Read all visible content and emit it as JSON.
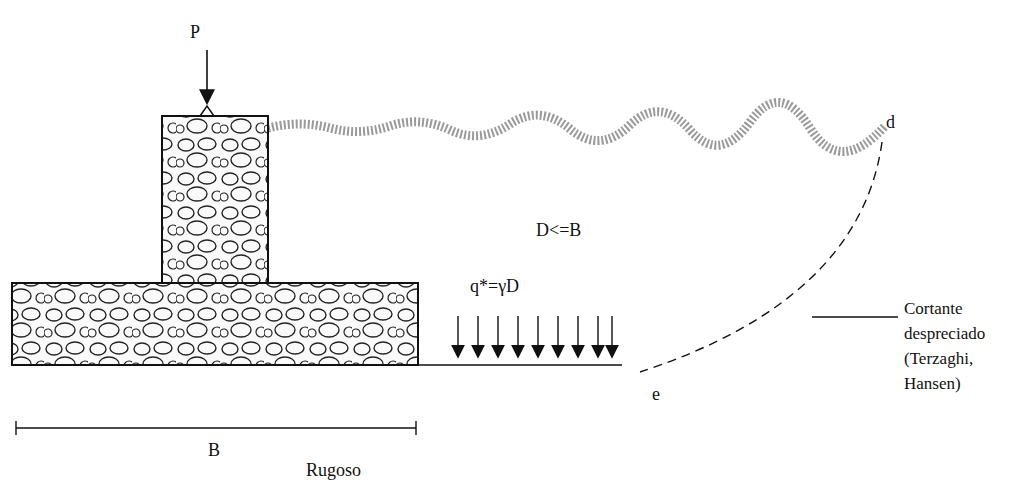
{
  "diagram": {
    "labels": [
      "P",
      "D<=B",
      "q*=γD",
      "d",
      "e",
      "Cortante despreciado (Terzaghi, Hansen)",
      "B",
      "Rugoso"
    ]
  }
}
